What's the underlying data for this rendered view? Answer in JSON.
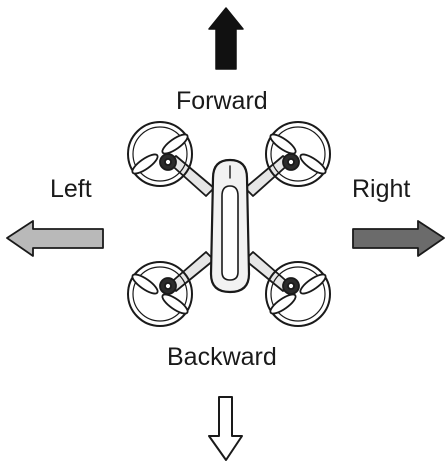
{
  "directions": {
    "forward": "Forward",
    "left": "Left",
    "right": "Right",
    "backward": "Backward"
  },
  "icons": {
    "forward": "arrow-up-black",
    "left": "arrow-left-light-gray",
    "right": "arrow-right-dark-gray",
    "backward": "arrow-down-outline",
    "drone": "quadcopter-top-view"
  },
  "colors": {
    "forward_arrow": "#111111",
    "left_arrow": "#b9b9b9",
    "right_arrow": "#6b6b6b",
    "backward_arrow": "#ffffff",
    "outline": "#1a1a1a",
    "drone_body": "#f2f2f2"
  }
}
